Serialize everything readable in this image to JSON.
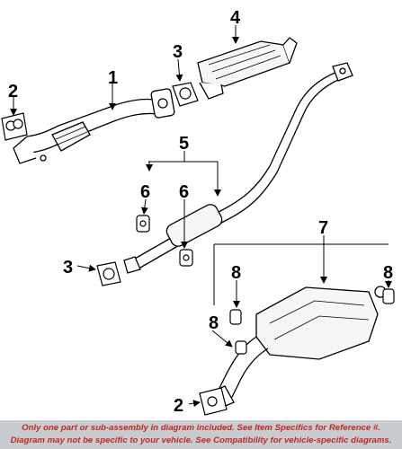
{
  "callouts": {
    "n1": "1",
    "n2_top": "2",
    "n2_bottom": "2",
    "n3_top": "3",
    "n3_mid": "3",
    "n4": "4",
    "n5": "5",
    "n6_left": "6",
    "n6_right": "6",
    "n7": "7",
    "n8_a": "8",
    "n8_b": "8",
    "n8_c": "8"
  },
  "footer": {
    "line1": "Only one part or sub-assembly in diagram included. See Item Specifics for Reference #.",
    "line2": "Diagram may not be specific to your vehicle. See Compatibility for vehicle-specific diagrams."
  },
  "colors": {
    "line": "#000000",
    "footer_bg": "#c8ccd0",
    "footer_text": "#c0281e"
  }
}
